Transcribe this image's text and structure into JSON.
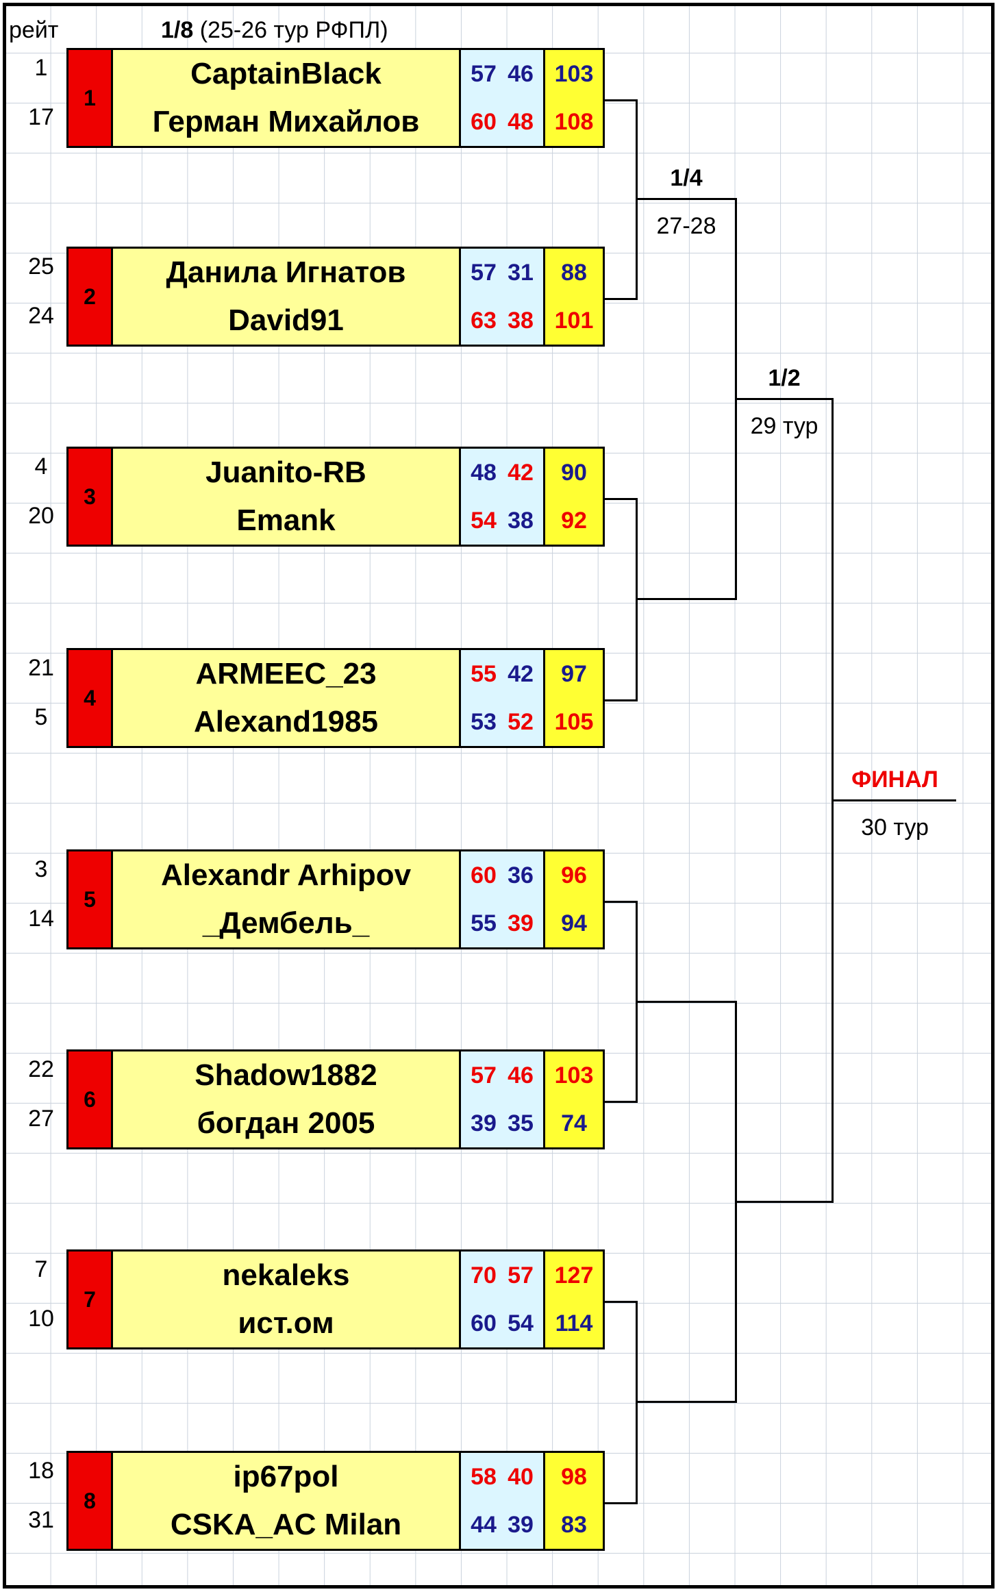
{
  "header": {
    "rating_label": "рейт",
    "round_title": "1/8",
    "round_sub": "(25-26 тур РФПЛ)"
  },
  "matches": [
    {
      "seed": "1",
      "p1": {
        "rating": "1",
        "name": "CaptainBlack",
        "s1": "57",
        "s2": "46",
        "total": "103",
        "c1": "blue",
        "c2": "blue",
        "ct": "blue"
      },
      "p2": {
        "rating": "17",
        "name": "Герман Михайлов",
        "s1": "60",
        "s2": "48",
        "total": "108",
        "c1": "red",
        "c2": "red",
        "ct": "red"
      }
    },
    {
      "seed": "2",
      "p1": {
        "rating": "25",
        "name": "Данила Игнатов",
        "s1": "57",
        "s2": "31",
        "total": "88",
        "c1": "blue",
        "c2": "blue",
        "ct": "blue"
      },
      "p2": {
        "rating": "24",
        "name": "David91",
        "s1": "63",
        "s2": "38",
        "total": "101",
        "c1": "red",
        "c2": "red",
        "ct": "red"
      }
    },
    {
      "seed": "3",
      "p1": {
        "rating": "4",
        "name": "Juanito-RB",
        "s1": "48",
        "s2": "42",
        "total": "90",
        "c1": "blue",
        "c2": "red",
        "ct": "blue"
      },
      "p2": {
        "rating": "20",
        "name": "Emank",
        "s1": "54",
        "s2": "38",
        "total": "92",
        "c1": "red",
        "c2": "blue",
        "ct": "red"
      }
    },
    {
      "seed": "4",
      "p1": {
        "rating": "21",
        "name": "ARMEEC_23",
        "s1": "55",
        "s2": "42",
        "total": "97",
        "c1": "red",
        "c2": "blue",
        "ct": "blue"
      },
      "p2": {
        "rating": "5",
        "name": "Alexand1985",
        "s1": "53",
        "s2": "52",
        "total": "105",
        "c1": "blue",
        "c2": "red",
        "ct": "red"
      }
    },
    {
      "seed": "5",
      "p1": {
        "rating": "3",
        "name": "Alexandr Arhipov",
        "s1": "60",
        "s2": "36",
        "total": "96",
        "c1": "red",
        "c2": "blue",
        "ct": "red"
      },
      "p2": {
        "rating": "14",
        "name": "_Дембель_",
        "s1": "55",
        "s2": "39",
        "total": "94",
        "c1": "blue",
        "c2": "red",
        "ct": "blue"
      }
    },
    {
      "seed": "6",
      "p1": {
        "rating": "22",
        "name": "Shadow1882",
        "s1": "57",
        "s2": "46",
        "total": "103",
        "c1": "red",
        "c2": "red",
        "ct": "red"
      },
      "p2": {
        "rating": "27",
        "name": "богдан 2005",
        "s1": "39",
        "s2": "35",
        "total": "74",
        "c1": "blue",
        "c2": "blue",
        "ct": "blue"
      }
    },
    {
      "seed": "7",
      "p1": {
        "rating": "7",
        "name": "nekaleks",
        "s1": "70",
        "s2": "57",
        "total": "127",
        "c1": "red",
        "c2": "red",
        "ct": "red"
      },
      "p2": {
        "rating": "10",
        "name": "ист.ом",
        "s1": "60",
        "s2": "54",
        "total": "114",
        "c1": "blue",
        "c2": "blue",
        "ct": "blue"
      }
    },
    {
      "seed": "8",
      "p1": {
        "rating": "18",
        "name": "ip67pol",
        "s1": "58",
        "s2": "40",
        "total": "98",
        "c1": "red",
        "c2": "red",
        "ct": "red"
      },
      "p2": {
        "rating": "31",
        "name": "CSKA_AC Milan",
        "s1": "44",
        "s2": "39",
        "total": "83",
        "c1": "blue",
        "c2": "blue",
        "ct": "blue"
      }
    }
  ],
  "rounds": {
    "quarter": {
      "title": "1/4",
      "sub": "27-28"
    },
    "semi": {
      "title": "1/2",
      "sub": "29 тур"
    },
    "final": {
      "title": "ФИНАЛ",
      "sub": "30 тур"
    }
  },
  "colors": {
    "blue": "#1a1a8c",
    "red": "#ee0000",
    "seed": "#ee0000",
    "names_bg": "#ffff99",
    "scores_bg": "#dcf6ff",
    "total_bg": "#ffff33"
  }
}
